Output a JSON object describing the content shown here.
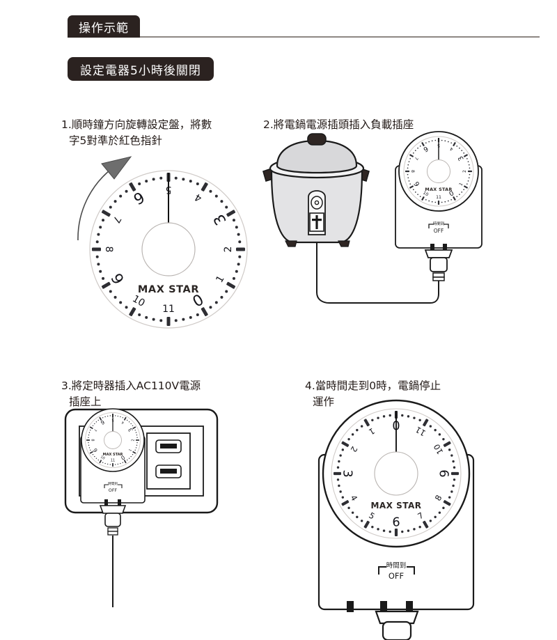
{
  "header": {
    "tab_label": "操作示範",
    "subtitle_label": "設定電器5小時後關閉"
  },
  "steps": [
    {
      "id": "step-1",
      "number": "1.",
      "text_line1": "1.順時鐘方向旋轉設定盤，將數",
      "text_line2": "字5對準於紅色指針"
    },
    {
      "id": "step-2",
      "number": "2.",
      "text_line1": "2.將電鍋電源插頭插入負載插座",
      "text_line2": ""
    },
    {
      "id": "step-3",
      "number": "3.",
      "text_line1": "3.將定時器插入AC110V電源",
      "text_line2": "插座上"
    },
    {
      "id": "step-4",
      "number": "4.",
      "text_line1": "4.當時間走到0時，電鍋停止",
      "text_line2": "運作"
    }
  ],
  "dial": {
    "brand": "MAX STAR",
    "hour_labels": [
      "0",
      "1",
      "2",
      "3",
      "4",
      "5",
      "6",
      "7",
      "8",
      "9",
      "10",
      "11"
    ],
    "step1_pointer_value": "5",
    "step4_pointer_value": "0",
    "minor_ticks_per_hour": 4
  },
  "timer_unit": {
    "outlet_caption": "時間到",
    "outlet_label": "OFF"
  },
  "colors": {
    "badge_bg": "#2b2220",
    "badge_text": "#ffffff",
    "rule": "#8d8783",
    "body_text": "#231a17",
    "line": "#1a1a1a",
    "cooker_body": "#e3e3e5",
    "cooker_lid": "#d8d8da",
    "cooker_dark": "#2f2623",
    "arrow_fill": "#6e6e6e",
    "hub_stroke": "#b9b4b1"
  }
}
